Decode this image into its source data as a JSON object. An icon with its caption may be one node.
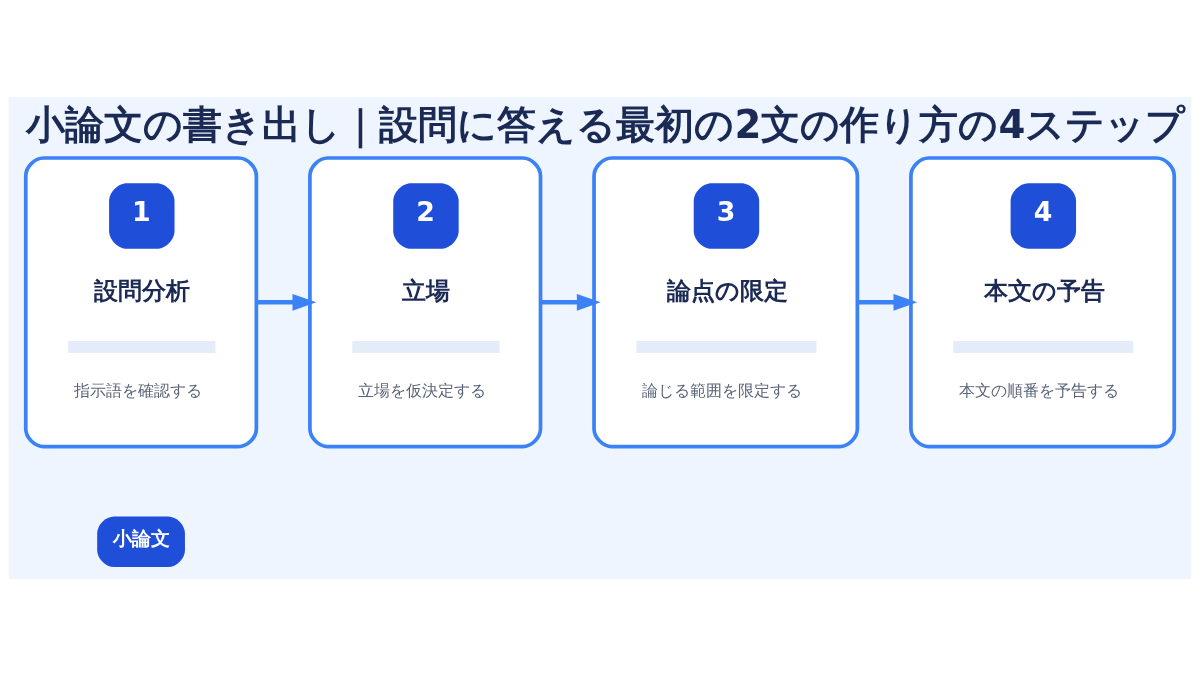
{
  "diagram": {
    "title": "小論文の書き出し｜設問に答える最初の2文の作り方の4ステップ",
    "nodes": [
      {
        "text": [
          "1",
          "設問分析",
          "指示語を確認する"
        ]
      },
      {
        "text": [
          "2",
          "立場",
          "立場を仮決定する"
        ]
      },
      {
        "text": [
          "3",
          "論点の限定",
          "論じる範囲を限定する"
        ]
      },
      {
        "text": [
          "4",
          "本文の予告",
          "本文の順番を予告する"
        ]
      }
    ],
    "edges": [
      {
        "from": 0,
        "to": 1,
        "arrow": "to"
      },
      {
        "from": 1,
        "to": 2,
        "arrow": "to"
      },
      {
        "from": 2,
        "to": 3,
        "arrow": "to"
      }
    ],
    "labels": [
      "小論文"
    ]
  }
}
